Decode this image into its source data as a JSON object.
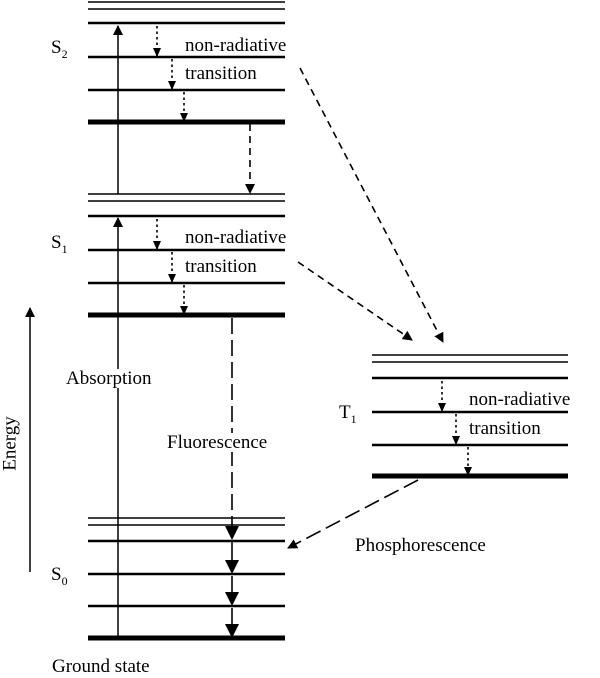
{
  "states": {
    "s2": {
      "letter": "S",
      "sub": "2"
    },
    "s1": {
      "letter": "S",
      "sub": "1"
    },
    "s0": {
      "letter": "S",
      "sub": "0"
    },
    "t1": {
      "letter": "T",
      "sub": "1"
    }
  },
  "labels": {
    "s2_nonrad_line1": "non-radiative",
    "s2_nonrad_line2": "transition",
    "s1_nonrad_line1": "non-radiative",
    "s1_nonrad_line2": "transition",
    "t1_nonrad_line1": "non-radiative",
    "t1_nonrad_line2": "transition",
    "absorption": "Absorption",
    "fluorescence": "Fluorescence",
    "phosphorescence": "Phosphorescence",
    "ground_state": "Ground state",
    "energy": "Energy"
  }
}
